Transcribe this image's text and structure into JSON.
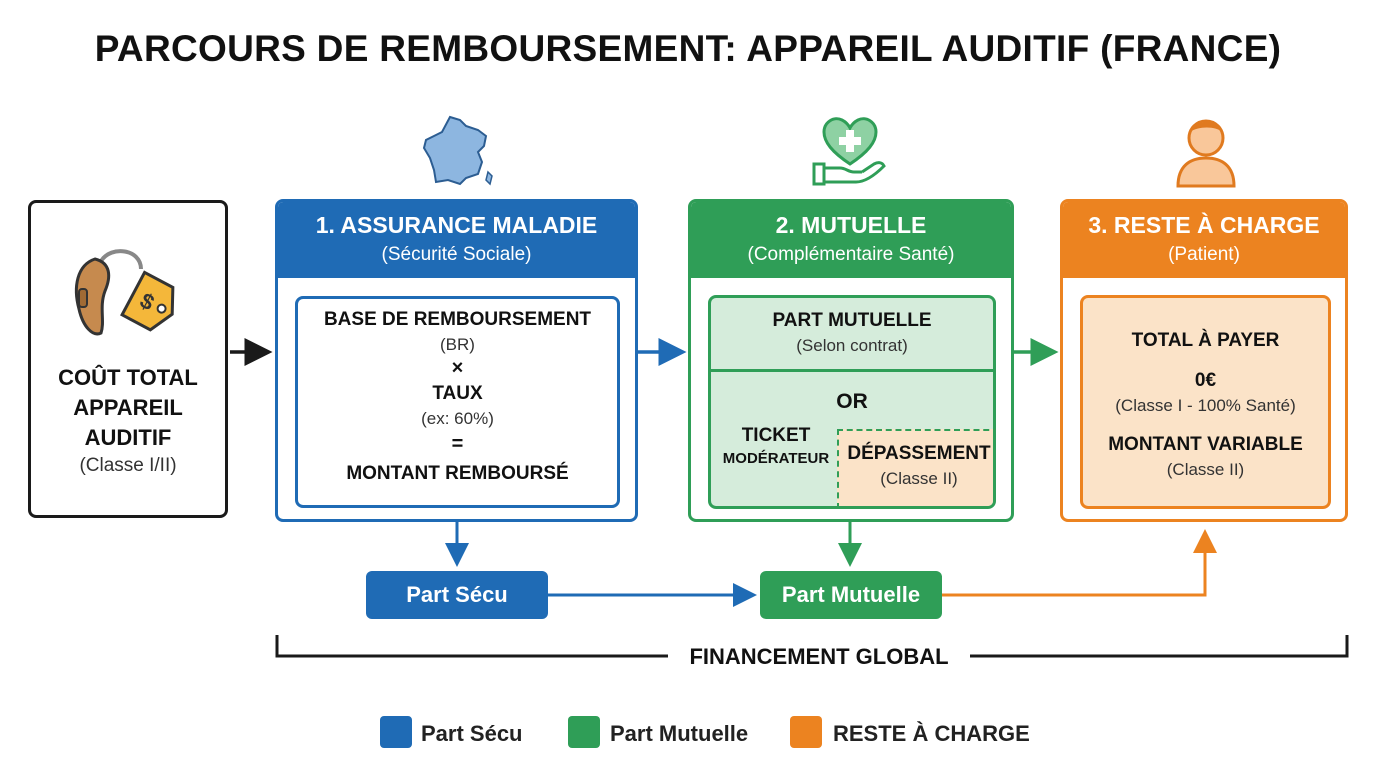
{
  "title": "PARCOURS DE REMBOURSEMENT: APPAREIL AUDITIF (FRANCE)",
  "colors": {
    "secu": "#1f6bb5",
    "mutuelle": "#2f9e57",
    "reste": "#ec8320",
    "mutuelle_light": "#d5ecdb",
    "reste_light": "#fbe3c8"
  },
  "icons": {
    "cost": "hearing-aid-price-tag-icon",
    "secu": "france-map-icon",
    "mutuelle": "heart-hand-icon",
    "patient": "person-icon"
  },
  "cost": {
    "title_lines": [
      "COÛT TOTAL",
      "APPAREIL",
      "AUDITIF"
    ],
    "subtitle": "(Classe I/II)"
  },
  "secu": {
    "title": "1. ASSURANCE MALADIE",
    "subtitle": "(Sécurité Sociale)",
    "formula": {
      "base": "BASE DE REMBOURSEMENT",
      "base_abbr": "(BR)",
      "times": "×",
      "rate": "TAUX",
      "rate_example": "(ex: 60%)",
      "equals": "=",
      "result": "MONTANT REMBOURSÉ"
    }
  },
  "mutuelle": {
    "title": "2. MUTUELLE",
    "subtitle": "(Complémentaire Santé)",
    "part": "PART MUTUELLE",
    "part_sub": "(Selon contrat)",
    "or": "OR",
    "ticket_line1": "TICKET",
    "ticket_line2": "MODÉRATEUR",
    "depassement": "DÉPASSEMENT",
    "depassement_sub": "(Classe II)"
  },
  "reste": {
    "title": "3. RESTE À CHARGE",
    "subtitle": "(Patient)",
    "total": "TOTAL À PAYER",
    "zero": "0€",
    "zero_sub": "(Classe I - 100% Santé)",
    "variable": "MONTANT VARIABLE",
    "variable_sub": "(Classe II)"
  },
  "flow": {
    "part_secu": "Part Sécu",
    "part_mutuelle": "Part Mutuelle",
    "global": "FINANCEMENT GLOBAL"
  },
  "legend": [
    {
      "label": "Part Sécu",
      "color": "#1f6bb5"
    },
    {
      "label": "Part Mutuelle",
      "color": "#2f9e57"
    },
    {
      "label": "RESTE À CHARGE",
      "color": "#ec8320"
    }
  ]
}
